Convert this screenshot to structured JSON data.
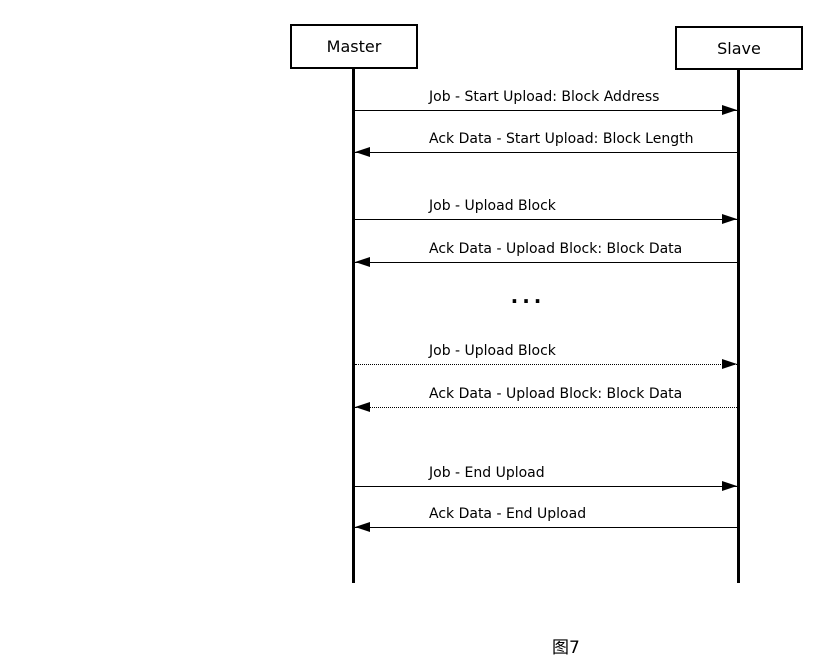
{
  "diagram": {
    "type": "sequence",
    "background_color": "#ffffff",
    "line_color": "#000000",
    "actors": [
      {
        "name": "Master"
      },
      {
        "name": "Slave"
      }
    ],
    "messages": [
      {
        "label": "Job - Start Upload: Block Address",
        "from": "Master",
        "to": "Slave",
        "line": "solid"
      },
      {
        "label": "Ack Data - Start Upload: Block Length",
        "from": "Slave",
        "to": "Master",
        "line": "solid"
      },
      {
        "label": "Job - Upload Block",
        "from": "Master",
        "to": "Slave",
        "line": "solid"
      },
      {
        "label": "Ack Data - Upload Block: Block Data",
        "from": "Slave",
        "to": "Master",
        "line": "solid"
      },
      {
        "label": "...",
        "type": "ellipsis"
      },
      {
        "label": "Job - Upload Block",
        "from": "Master",
        "to": "Slave",
        "line": "dotted"
      },
      {
        "label": "Ack Data - Upload Block: Block Data",
        "from": "Slave",
        "to": "Master",
        "line": "dotted"
      },
      {
        "label": "Job - End Upload",
        "from": "Master",
        "to": "Slave",
        "line": "solid"
      },
      {
        "label": "Ack Data - End Upload",
        "from": "Slave",
        "to": "Master",
        "line": "solid"
      }
    ],
    "caption": "图7"
  }
}
